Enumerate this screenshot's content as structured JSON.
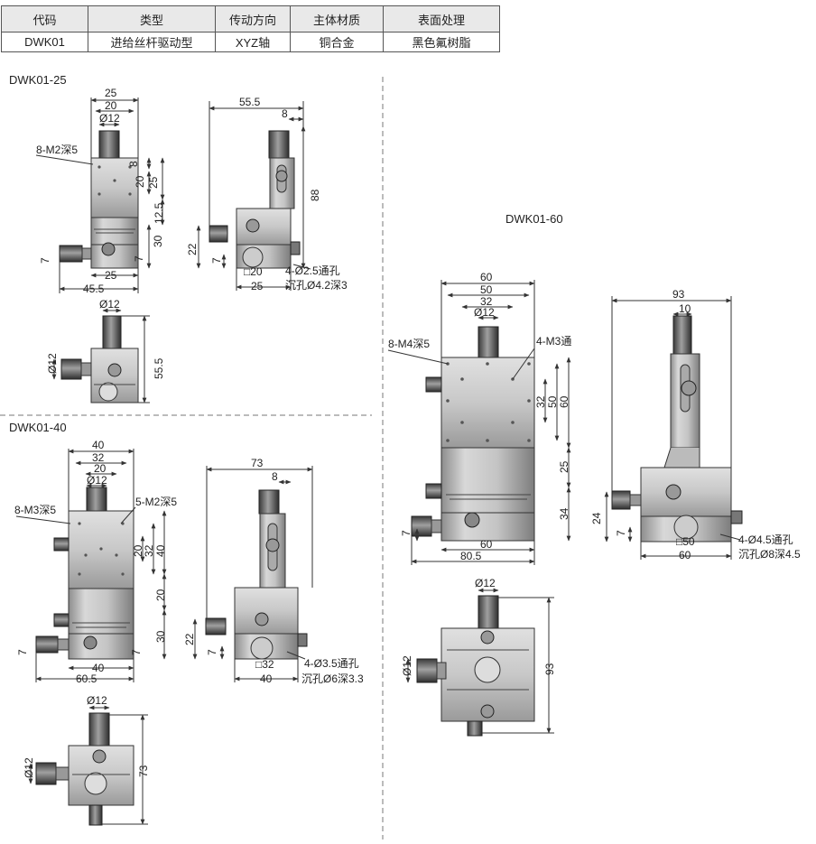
{
  "spec_table": {
    "headers": [
      "代码",
      "类型",
      "传动方向",
      "主体材质",
      "表面处理"
    ],
    "row": [
      "DWK01",
      "进给丝杆驱动型",
      "XYZ轴",
      "铜合金",
      "黑色氟树脂"
    ]
  },
  "section_titles": {
    "s25": "DWK01-25",
    "s40": "DWK01-40",
    "s60": "DWK01-60"
  },
  "dwk25": {
    "top_25": "25",
    "top_20": "20",
    "top_d12": "Ø12",
    "thread": "8-M2深5",
    "v_8": "8",
    "v_20": "20",
    "v_25": "25",
    "v_125": "12.5",
    "v_30": "30",
    "v_7r": "7",
    "v_7l": "7",
    "bot_25": "25",
    "bot_455": "45.5",
    "side_555": "55.5",
    "side_8": "8",
    "side_88": "88",
    "side_22": "22",
    "side_7": "7",
    "side_sq20": "□20",
    "side_25": "25",
    "hole1": "4-Ø2.5通孔",
    "hole2": "沉孔Ø4.2深3",
    "plan_d12t": "Ø12",
    "plan_d12l": "Ø12",
    "plan_555": "55.5"
  },
  "dwk40": {
    "top_40": "40",
    "top_32": "32",
    "top_20": "20",
    "top_d12": "Ø12",
    "thread_l": "8-M3深5",
    "thread_r": "5-M2深5",
    "v_20": "20",
    "v_32": "32",
    "v_40": "40",
    "v_20b": "20",
    "v_30": "30",
    "v_7r": "7",
    "v_7l": "7",
    "bot_40": "40",
    "bot_605": "60.5",
    "side_73": "73",
    "side_8": "8",
    "side_22": "22",
    "side_7": "7",
    "side_sq32": "□32",
    "side_40": "40",
    "hole1": "4-Ø3.5通孔",
    "hole2": "沉孔Ø6深3.3",
    "plan_d12t": "Ø12",
    "plan_d12l": "Ø12",
    "plan_73": "73"
  },
  "dwk60": {
    "top_60": "60",
    "top_50": "50",
    "top_32": "32",
    "top_d12": "Ø12",
    "thread_l": "8-M4深5",
    "thread_r": "4-M3通",
    "v_32": "32",
    "v_50": "50",
    "v_60": "60",
    "v_25": "25",
    "v_34": "34",
    "v_7": "7",
    "bot_60": "60",
    "bot_805": "80.5",
    "side_93": "93",
    "side_10": "10",
    "side_24": "24",
    "side_7": "7",
    "side_sq50": "□50",
    "side_60": "60",
    "hole1": "4-Ø4.5通孔",
    "hole2": "沉孔Ø8深4.5",
    "plan_d12t": "Ø12",
    "plan_d12l": "Ø12",
    "plan_93": "93"
  }
}
